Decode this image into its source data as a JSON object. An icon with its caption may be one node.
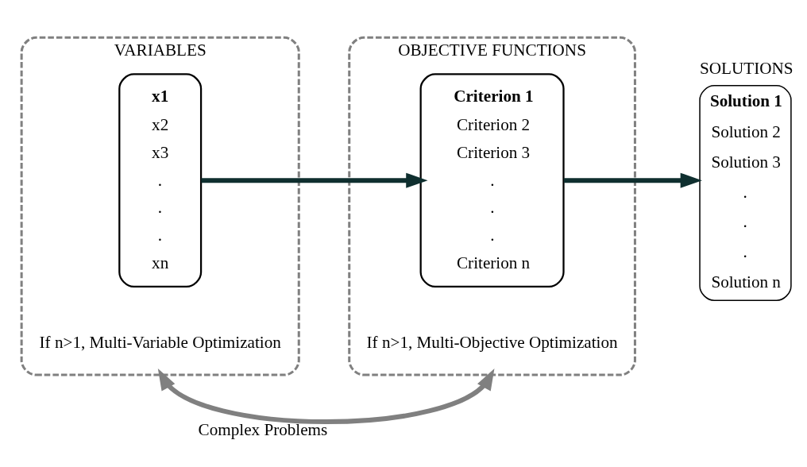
{
  "diagram": {
    "nodes": [
      {
        "text": [
          "VARIABLES",
          "If n>1, Multi-Variable Optimization"
        ]
      },
      {
        "text": [
          "x1",
          "x2",
          "x3",
          ".",
          ".",
          ".",
          "xn"
        ],
        "in": 0
      },
      {
        "text": [
          "OBJECTIVE FUNCTIONS",
          "If n>1, Multi-Objective Optimization"
        ]
      },
      {
        "text": [
          "Criterion 1",
          "Criterion 2",
          "Criterion 3",
          ".",
          ".",
          ".",
          "Criterion n"
        ],
        "in": 2
      },
      {
        "text": [
          "SOLUTIONS",
          "Solution 1",
          "Solution 2",
          "Solution 3",
          ".",
          ".",
          ".",
          "Solution n"
        ]
      }
    ],
    "edges": [
      {
        "from": 1,
        "to": 3,
        "arrow": "to"
      },
      {
        "from": 3,
        "to": 4,
        "arrow": "to"
      },
      {
        "from": 0,
        "to": 2,
        "arrow": "both",
        "label": "Complex Problems",
        "color": "#808080"
      }
    ]
  }
}
